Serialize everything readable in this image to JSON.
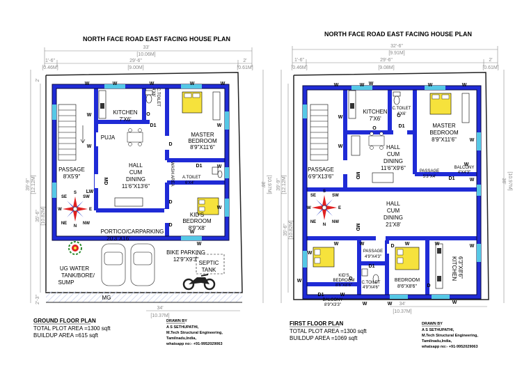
{
  "plans": [
    {
      "title": "NORTH FACE ROAD EAST FACING HOUSE PLAN",
      "dims": {
        "top_total": "33'",
        "top_total_m": "[10.06M]",
        "top_left": "1'-6\"",
        "top_left_m": "[0.46M]",
        "top_mid": "29'-6\"",
        "top_mid_m": "[9.00M]",
        "top_right": "2'",
        "top_right_m": "[0.61M]",
        "left_side": "39'-9\"",
        "left_side_m": "[12.12M]",
        "left_inner": "35'-6\"",
        "left_inner_m": "[10.82M]",
        "left_top": "2'",
        "left_bottom": "2'-3\"",
        "right_side": "36'",
        "right_side_m": "[10.97M]",
        "bottom": "34'",
        "bottom_m": "[10.37M]"
      },
      "rooms": {
        "kitchen": "KITCHEN",
        "kitchen_size": "7'X6'",
        "toilet": "C.TOILET",
        "toilet_size": "4'X6'",
        "master": "MASTER",
        "master2": "BEDROOM",
        "master_size": "8'9\"X11'6\"",
        "puja": "PUJA",
        "hall1": "HALL",
        "hall2": "CUM",
        "hall3": "DINING",
        "hall_size": "11'6\"X13'6\"",
        "passage": "PASSAGE",
        "passage_size": "8'X5'9\"",
        "wash": "WASH AREA",
        "atoilet": "A.TOILET",
        "atoilet_size": "6'X4'",
        "kids1": "KID'S",
        "kids2": "BEDROOM",
        "kids_size": "8'9\"X8'",
        "portico": "PORTICO/CARPARKING",
        "portico_size": "20'3\"X16'",
        "bike": "BIKE PARKING",
        "bike_size": "12'9\"X9'3\"",
        "septic1": "SEPTIC",
        "septic2": "TANK",
        "ug1": "UG WATER",
        "ug2": "TANK/BORE/",
        "ug3": "SUMP",
        "mg": "MG"
      },
      "footer": {
        "name": "GROUND FLOOR PLAN",
        "plot": "TOTAL PLOT AREA =1300 sqft",
        "build": "BUILDUP AREA =615 sqft"
      }
    },
    {
      "title": "NORTH FACE ROAD EAST FACING HOUSE PLAN",
      "dims": {
        "top_total": "32'-6\"",
        "top_total_m": "[9.91M]",
        "top_left": "1'-6\"",
        "top_left_m": "[0.46M]",
        "top_mid": "29'-6\"",
        "top_mid_m": "[9.08M]",
        "top_right": "2'",
        "top_right_m": "[0.61M]",
        "left_side": "39'-9\"",
        "left_side_m": "[12.12M]",
        "left_inner": "35'-6\"",
        "left_inner_m": "[10.82M]",
        "right_side": "36'",
        "right_side_m": "[10.97M]",
        "bottom": "34'",
        "bottom_m": "[10.37M]"
      },
      "rooms": {
        "kitchen": "KITCHEN",
        "kitchen_size": "7'X6'",
        "toilet": "C.TOILET",
        "toilet_size": "4'X6'",
        "master": "MASTER",
        "master2": "BEDROOM",
        "master_size": "8'9\"X11'6\"",
        "hall_a1": "HALL",
        "hall_a2": "CUM",
        "hall_a3": "DINING",
        "hall_a_size": "11'6\"X9'6\"",
        "passage1": "PASSAGE",
        "passage1_size": "6'9\"X13'6\"",
        "passage2": "PASSAGE",
        "passage2_size": "5'3\"X4'",
        "balcony1": "BALCONY",
        "balcony1_size": "4'X4'3\"",
        "hall_b1": "HALL",
        "hall_b2": "CUM",
        "hall_b3": "DINING",
        "hall_b_size": "21'X8'",
        "passage3": "PASSAGE",
        "passage3_size": "4'9\"X4'3\"",
        "kids1": "KID'S",
        "kids2": "BEDROOM",
        "kids_size": "8'6\"X8'6\"",
        "ctoilet2": "C.TOILET",
        "ctoilet2_size": "4'9\"X4'6\"",
        "bed": "BEDROOM",
        "bed_size": "8'6\"X8'6\"",
        "kitchen2": "KITCHEN",
        "kitchen2_size": "6'3\"X8'6\"",
        "balcony2": "BALCONY",
        "balcony2_size": "8'9\"X3'3\""
      },
      "footer": {
        "name": "FIRST FLOOR PLAN",
        "plot": "TOTAL PLOT AREA =1300 sqft",
        "build": "BUILDUP AREA =1069 sqft"
      }
    }
  ],
  "credits": {
    "label": "DRAWN BY",
    "name": "A S SETHUPATHI,",
    "degree": "M.Tech Structural Engineering,",
    "place": "Tamilnadu,India,",
    "phone": "whatsapp no:- +91-9952029063"
  },
  "marks": {
    "window": "W",
    "door": "D",
    "door1": "D1",
    "main_door": "MD",
    "opening": "O",
    "louver": "LW",
    "compass": [
      "N",
      "S",
      "E",
      "W",
      "NE",
      "NW",
      "SE",
      "SW"
    ]
  },
  "colors": {
    "wall": "#1f2bd6",
    "wall_dark": "#0a0a3c",
    "window": "#56c8e6",
    "bed": "#f6e23c",
    "motif": "#e02020"
  }
}
